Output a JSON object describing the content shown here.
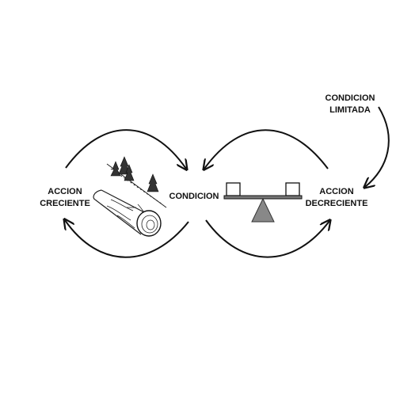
{
  "labels": {
    "limited_condition": [
      "CONDICION",
      "LIMITADA"
    ],
    "growing_action": [
      "ACCION",
      "CRECIENTE"
    ],
    "condition": "CONDICION",
    "decreasing_action": [
      "ACCION",
      "DECRECIENTE"
    ]
  },
  "icons": {
    "left_illustration": "rolling-log-on-slope-icon",
    "right_illustration": "seesaw-balance-icon"
  },
  "colors": {
    "stroke": "#111111",
    "fulcrum": "#888888",
    "background": "#ffffff"
  }
}
